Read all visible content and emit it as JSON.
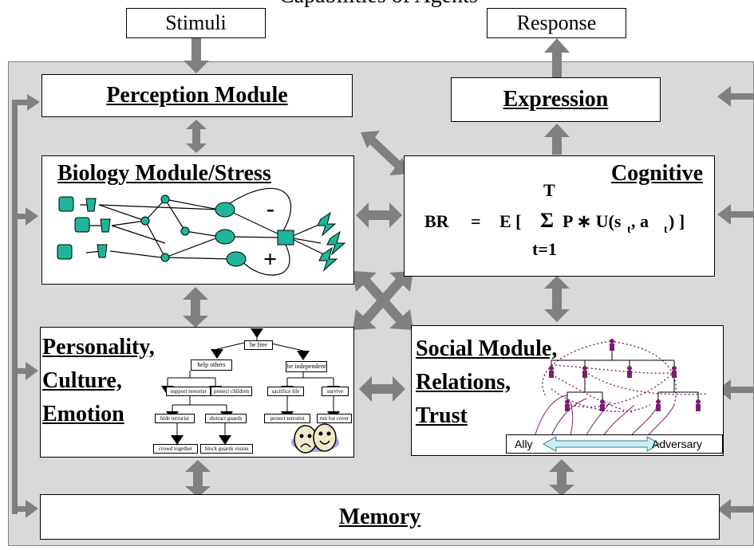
{
  "top_title": "Capabilities of Agents",
  "io": {
    "stimuli": "Stimuli",
    "response": "Response"
  },
  "modules": {
    "perception": "Perception Module",
    "expression": "Expression",
    "biology": "Biology Module/Stress",
    "cognitive": "Cognitive",
    "personality": [
      "Personality,",
      "Culture,",
      "Emotion"
    ],
    "social": [
      "Social Module,",
      "Relations,",
      "Trust"
    ],
    "memory": "Memory"
  },
  "equation": {
    "T": "T",
    "lhs": "BR",
    "eq": "=",
    "expr_start": "E [",
    "sigma": "Σ",
    "mid": "P ∗ U(s",
    "sub_t": "t",
    "comma": ", a",
    "end": ") ]",
    "t_eq": "t=1"
  },
  "biology_signs": {
    "minus": "-",
    "plus": "+"
  },
  "goal_tree": {
    "root": "be free",
    "level1": [
      "help others",
      "be independent"
    ],
    "level2": [
      "support terrorist",
      "protect children",
      "sacrifice life",
      "survive"
    ],
    "level3": [
      "hide terrorist",
      "distract guards",
      "protect terrorist",
      "run for cover"
    ],
    "level4": [
      "crowd together",
      "block guards vision"
    ]
  },
  "social_scale": {
    "left": "Ally",
    "right": "Adversary"
  },
  "colors": {
    "panel_bg": "#d9d9d9",
    "arrow": "#808080",
    "node_teal": "#1fb59a",
    "social_purple": "#7a1f6e"
  }
}
